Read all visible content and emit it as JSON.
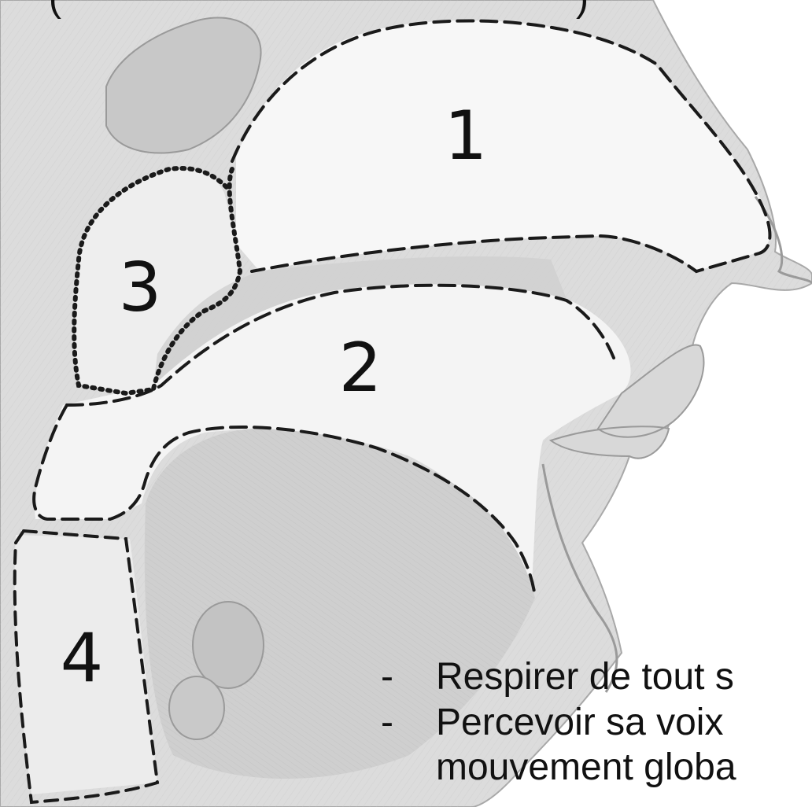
{
  "diagram": {
    "regions": [
      {
        "id": 1,
        "label": "1",
        "area": "nasal-cavity"
      },
      {
        "id": 2,
        "label": "2",
        "area": "oral-cavity"
      },
      {
        "id": 3,
        "label": "3",
        "area": "nasopharynx"
      },
      {
        "id": 4,
        "label": "4",
        "area": "larynx"
      }
    ],
    "top_fragment": "(",
    "top_fragment_end": ")"
  },
  "notes": {
    "dash": "-",
    "item1": "Respirer de tout s",
    "item2": "Percevoir sa voix",
    "item2_cont": "mouvement globa"
  },
  "colors": {
    "sketch_fill": "#d6d6d6",
    "sketch_stroke": "#9a9a9a",
    "outline": "#1a1a1a",
    "background": "#ffffff"
  }
}
